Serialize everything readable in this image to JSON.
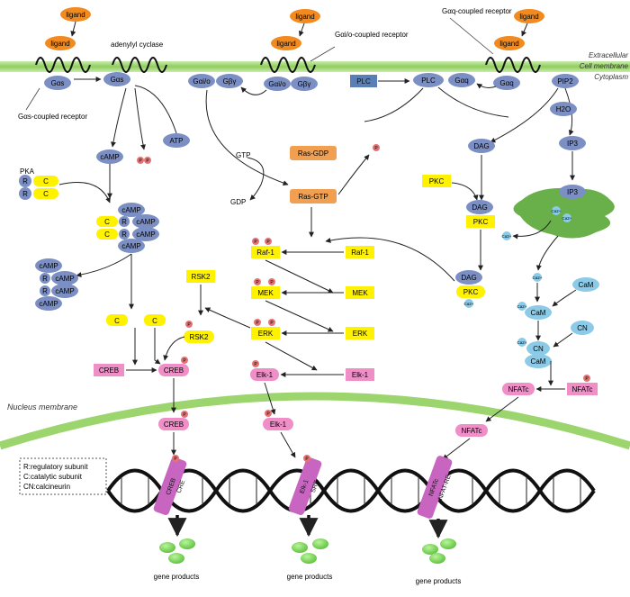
{
  "labels": {
    "ligand": "ligand",
    "adenylyl_cyclase": "adenylyl cyclase",
    "gs_receptor": "Gαs-coupled receptor",
    "gio_receptor": "Gαi/o-coupled receptor",
    "gq_receptor": "Gαq-coupled receptor",
    "extracellular": "Extracellular",
    "cell_membrane": "Cell membrane",
    "cytoplasm": "Cytoplasm",
    "nucleus_membrane": "Nucleus membrane",
    "gene_products": "gene products"
  },
  "molecules": {
    "gas": "Gαs",
    "gio": "Gαi/o",
    "gbg": "Gβγ",
    "gaq": "Gαq",
    "plc": "PLC",
    "pip2": "PIP2",
    "h2o": "H2O",
    "atp": "ATP",
    "camp": "cAMP",
    "p": "P",
    "pka": "PKA",
    "r": "R",
    "c": "C",
    "gtp": "GTP",
    "gdp": "GDP",
    "ras_gdp": "Ras-GDP",
    "ras_gtp": "Ras-GTP",
    "dag": "DAG",
    "pkc": "PKC",
    "ip3": "IP3",
    "ca": "Ca2+",
    "raf1": "Raf-1",
    "mek": "MEK",
    "erk": "ERK",
    "rsk2": "RSK2",
    "creb": "CREB",
    "elk1": "Elk-1",
    "cam": "CaM",
    "cn": "CN",
    "nfatc": "NFATc",
    "cre": "CRE",
    "sre": "SRE",
    "nfat_re": "NFAT-RE"
  },
  "legend": [
    "R:regulatory subunit",
    "C:catalytic subunit",
    "CN:calcineurin"
  ],
  "colors": {
    "ligand": "#f28a1e",
    "g_protein": "#7b8fc4",
    "plc": "#5a7fb5",
    "yellow": "#fff200",
    "ras": "#f0a050",
    "pink": "#f08ec8",
    "camk": "#8ccbe8",
    "er": "#6ab04a",
    "membrane": "#a8d878",
    "gene_product": "#88d870",
    "phosphate": "#e57373"
  }
}
